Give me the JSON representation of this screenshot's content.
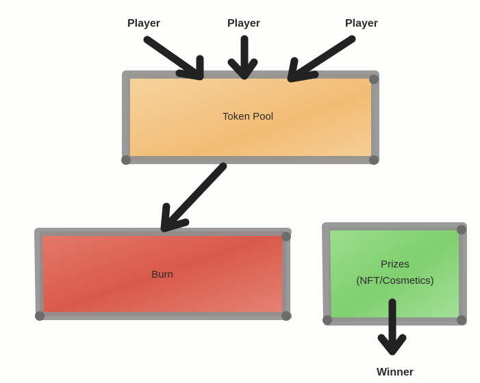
{
  "diagram": {
    "players": [
      "Player",
      "Player",
      "Player"
    ],
    "token_pool": {
      "label": "Token Pool",
      "color": "#f3c17e"
    },
    "burn": {
      "label": "Burn",
      "color": "#de6a5a"
    },
    "prizes": {
      "label_line1": "Prizes",
      "label_line2": "(NFT/Cosmetics)",
      "color": "#8fd481"
    },
    "winner": "Winner",
    "frame_color": "#8f8f8f",
    "arrow_color": "#222222"
  }
}
